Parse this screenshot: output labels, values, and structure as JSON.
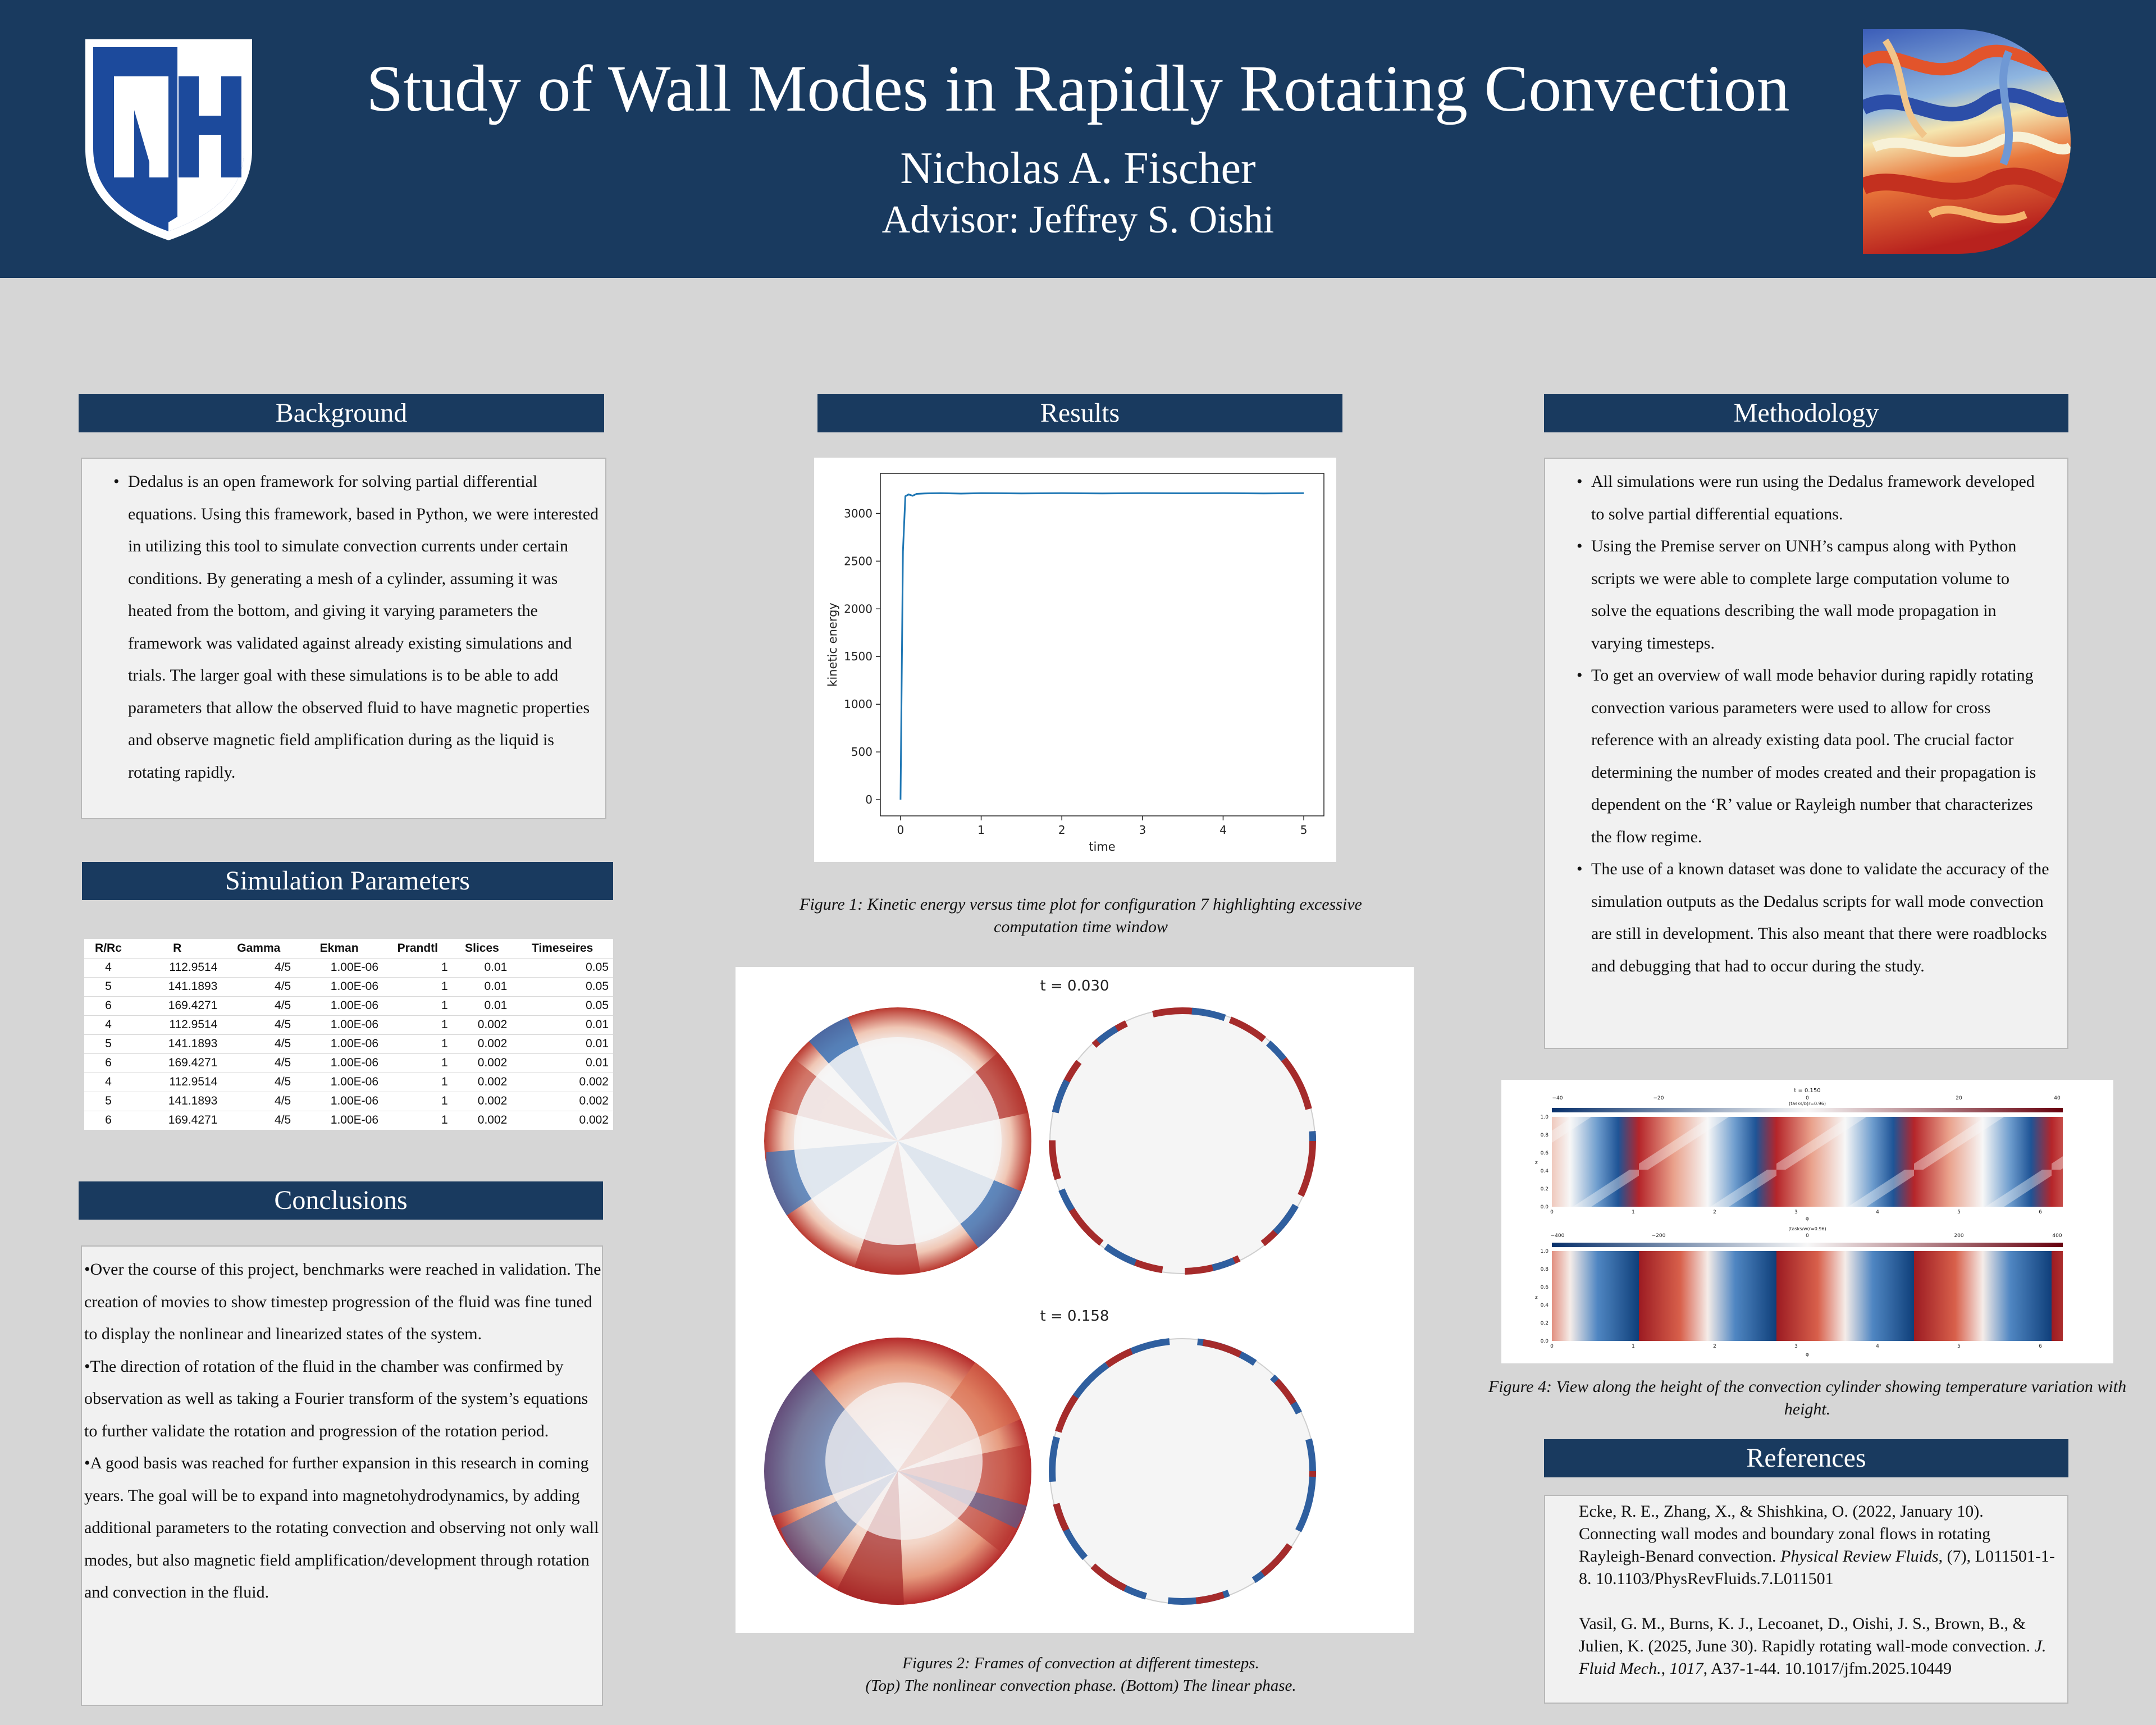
{
  "header": {
    "title": "Study of Wall Modes in Rapidly Rotating Convection",
    "author": "Nicholas A. Fischer",
    "advisor": "Advisor: Jeffrey S. Oishi",
    "logo_text": "NH",
    "colors": {
      "banner": "#193a5f",
      "background": "#d6d6d6"
    }
  },
  "background": {
    "heading": "Background",
    "items": [
      "Dedalus is an open framework for solving partial differential equations. Using this framework, based in Python, we were interested in utilizing this tool to simulate convection currents under certain conditions. By generating a mesh of a cylinder, assuming it was heated from the bottom, and giving it varying parameters the framework was validated against already existing simulations and trials. The larger goal with these simulations is to be able to add parameters that allow the observed fluid to have magnetic properties and observe magnetic field amplification during as the liquid is rotating rapidly."
    ]
  },
  "simulation_parameters": {
    "heading": "Simulation Parameters",
    "columns": [
      "R/Rc",
      "R",
      "Gamma",
      "Ekman",
      "Prandtl",
      "Slices",
      "Timeseires"
    ],
    "rows": [
      [
        "4",
        "112.9514",
        "4/5",
        "1.00E-06",
        "1",
        "0.01",
        "0.05"
      ],
      [
        "5",
        "141.1893",
        "4/5",
        "1.00E-06",
        "1",
        "0.01",
        "0.05"
      ],
      [
        "6",
        "169.4271",
        "4/5",
        "1.00E-06",
        "1",
        "0.01",
        "0.05"
      ],
      [
        "4",
        "112.9514",
        "4/5",
        "1.00E-06",
        "1",
        "0.002",
        "0.01"
      ],
      [
        "5",
        "141.1893",
        "4/5",
        "1.00E-06",
        "1",
        "0.002",
        "0.01"
      ],
      [
        "6",
        "169.4271",
        "4/5",
        "1.00E-06",
        "1",
        "0.002",
        "0.01"
      ],
      [
        "4",
        "112.9514",
        "4/5",
        "1.00E-06",
        "1",
        "0.002",
        "0.002"
      ],
      [
        "5",
        "141.1893",
        "4/5",
        "1.00E-06",
        "1",
        "0.002",
        "0.002"
      ],
      [
        "6",
        "169.4271",
        "4/5",
        "1.00E-06",
        "1",
        "0.002",
        "0.002"
      ]
    ]
  },
  "conclusions": {
    "heading": "Conclusions",
    "items": [
      "•Over the course of this project, benchmarks were reached in validation. The creation of movies to show timestep progression of the fluid was fine tuned to display the nonlinear and linearized states of the system.",
      "•The direction of rotation of the fluid in the chamber was confirmed by observation as well as taking a Fourier transform of the system’s equations to further validate the rotation and progression of the rotation period.",
      "•A good basis was reached for further expansion in this research in coming years. The goal will be to expand into magnetohydrodynamics, by adding additional parameters to the rotating convection and observing not only wall modes, but also magnetic field amplification/development through rotation and convection in the fluid."
    ]
  },
  "results": {
    "heading": "Results",
    "figure1_caption": "Figure 1: Kinetic energy versus time plot for configuration 7 highlighting excessive computation time window",
    "figure2_labels": [
      "t = 0.030",
      "t = 0.158"
    ],
    "figure2_caption_line1": "Figures 2: Frames of convection at different timesteps.",
    "figure2_caption_line2": "(Top) The nonlinear convection phase. (Bottom) The linear phase."
  },
  "methodology": {
    "heading": "Methodology",
    "items": [
      "All simulations were run using the Dedalus framework developed to solve partial differential equations.",
      "Using the Premise server on UNH’s campus along with Python scripts we were able to complete large computation volume to solve the equations describing the wall mode propagation in varying timesteps.",
      "To get an overview of wall mode behavior during rapidly rotating convection various parameters were used to allow for cross reference with an already existing data pool. The crucial factor determining the number of modes created and their propagation is dependent on the ‘R’ value or Rayleigh number that characterizes the flow regime.",
      "The use of a known dataset was done to validate the accuracy of the simulation outputs as the Dedalus scripts for wall mode convection are still in development. This also meant that there were roadblocks and debugging that had to occur during the study."
    ],
    "figure4_title": "t = 0.150",
    "figure4_top_label": "(tasks/b(r=0.96)",
    "figure4_bottom_label": "(tasks/w(r=0.96)",
    "figure4_top_ticks": [
      "−40",
      "−20",
      "0",
      "20",
      "40"
    ],
    "figure4_bottom_ticks": [
      "−400",
      "−200",
      "0",
      "200",
      "400"
    ],
    "figure4_phi_ticks": [
      "0",
      "1",
      "2",
      "3",
      "4",
      "5",
      "6"
    ],
    "figure4_z_ticks": [
      "0.0",
      "0.2",
      "0.4",
      "0.6",
      "0.8",
      "1.0"
    ],
    "figure4_xlabel": "φ",
    "figure4_ylabel": "z",
    "figure4_caption": "Figure 4: View along the height of the convection cylinder showing temperature variation with height."
  },
  "references": {
    "heading": "References",
    "ref1_pre": "Ecke, R. E., Zhang, X., & Shishkina, O. (2022, January 10). Connecting wall modes and boundary zonal flows in rotating Rayleigh-Benard convection. ",
    "ref1_journal": "Physical Review Fluids",
    "ref1_post": ", (7), L011501-1-8. 10.1103/PhysRevFluids.7.L011501",
    "ref2_pre": "Vasil, G. M., Burns, K. J., Lecoanet, D., Oishi, J. S., Brown, B., & Julien, K. (2025, June 30). Rapidly rotating wall-mode convection. ",
    "ref2_journal": "J. Fluid Mech.",
    "ref2_mid": ", ",
    "ref2_vol": "1017",
    "ref2_post": ", A37-1-44. 10.1017/jfm.2025.10449"
  },
  "chart_data": {
    "type": "line",
    "title": "",
    "xlabel": "time",
    "ylabel": "kinetic energy",
    "xlim": [
      -0.25,
      5.25
    ],
    "ylim": [
      -170,
      3420
    ],
    "xticks": [
      0,
      1,
      2,
      3,
      4,
      5
    ],
    "yticks": [
      0,
      500,
      1000,
      1500,
      2000,
      2500,
      3000
    ],
    "color": "#1f77b4",
    "series": [
      {
        "x": [
          0,
          0.03,
          0.06,
          0.1,
          0.15,
          0.2,
          0.3,
          0.5,
          0.75,
          1.0,
          1.5,
          2.0,
          2.5,
          3.0,
          3.5,
          4.0,
          4.5,
          5.0
        ],
        "values": [
          0,
          2600,
          3180,
          3200,
          3185,
          3205,
          3210,
          3212,
          3208,
          3213,
          3210,
          3212,
          3210,
          3212,
          3211,
          3212,
          3210,
          3212
        ]
      }
    ]
  }
}
